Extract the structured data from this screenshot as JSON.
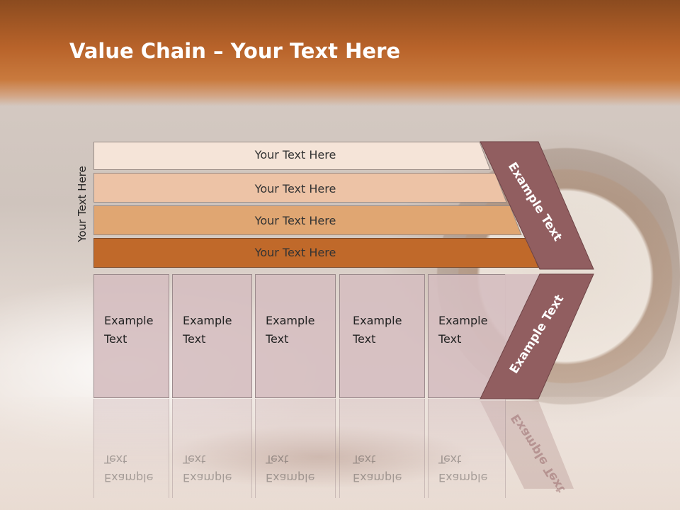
{
  "slide": {
    "title_bold": "Value Chain",
    "title_rest": " – Your Text Here",
    "side_label": "Your Text Here",
    "bars": [
      {
        "label": "Your Text Here",
        "color": "#f5e4d8"
      },
      {
        "label": "Your Text Here",
        "color": "#edc3a6"
      },
      {
        "label": "Your Text Here",
        "color": "#e0a672"
      },
      {
        "label": "Your Text Here",
        "color": "#c0692a"
      }
    ],
    "columns": [
      {
        "line1": "Example",
        "line2": "Text"
      },
      {
        "line1": "Example",
        "line2": "Text"
      },
      {
        "line1": "Example",
        "line2": "Text"
      },
      {
        "line1": "Example",
        "line2": "Text"
      },
      {
        "line1": "Example",
        "line2": "Text"
      }
    ],
    "chevron_top_label": "Example Text",
    "chevron_bottom_label": "Example Text",
    "colors": {
      "header": "#b8632a",
      "chevron": "#915e60",
      "column_fill": "#d5bec0"
    }
  }
}
